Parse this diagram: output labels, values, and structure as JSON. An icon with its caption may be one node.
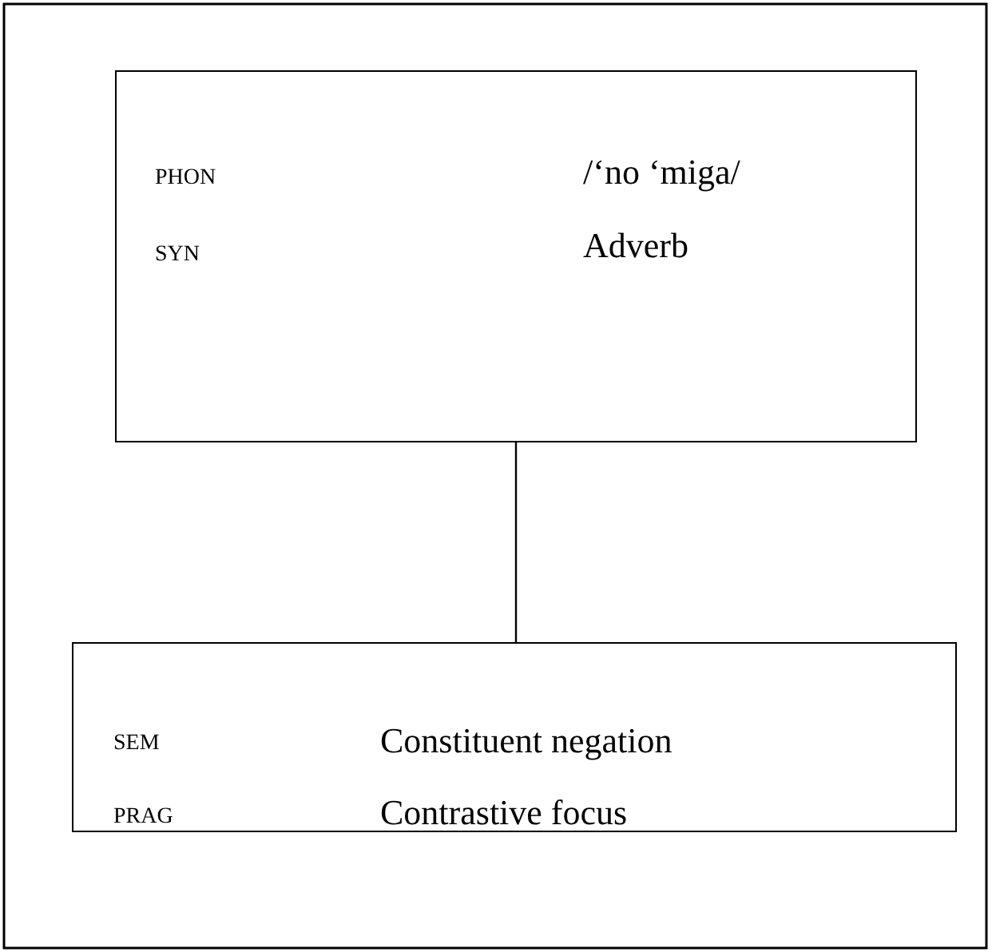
{
  "diagram": {
    "nodes": [
      {
        "text": [
          "PHON",
          "/‘no ‘miga/",
          "SYN",
          "Adverb"
        ]
      },
      {
        "text": [
          "SEM",
          "Constituent negation",
          "PRAG",
          "Contrastive focus"
        ]
      }
    ],
    "edges": [
      {
        "from": 0,
        "to": 1,
        "arrow": "none"
      }
    ]
  }
}
